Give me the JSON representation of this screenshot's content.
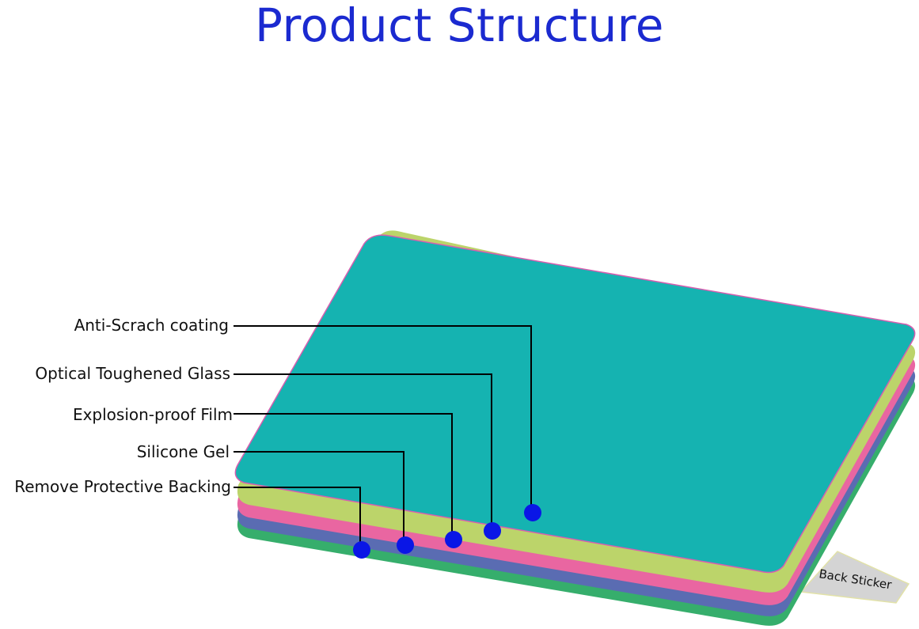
{
  "title": "Product Structure",
  "labels": [
    "Anti-Scrach coating",
    "Optical Toughened Glass",
    "Explosion-proof Film",
    "Silicone Gel",
    "Remove Protective Backing"
  ],
  "back_sticker": "Back Sticker",
  "colors": {
    "title": "#1b2ad0",
    "top_glass": "#15b3b1",
    "yellow_layer": "#bcd46a",
    "pink_layer": "#e966a1",
    "blue_layer": "#5a6cb2",
    "green_layer": "#36ae6c",
    "marker": "#0a16e6"
  }
}
